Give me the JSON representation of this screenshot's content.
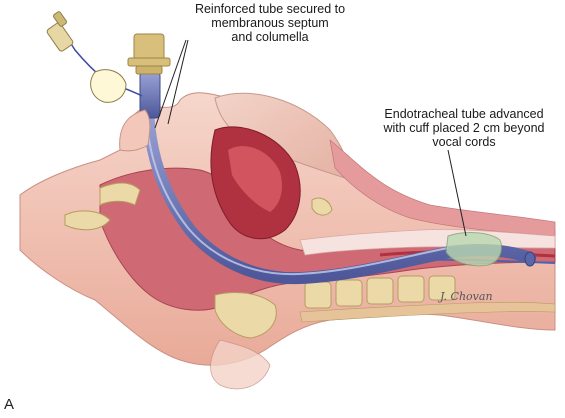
{
  "labels": {
    "top": [
      "Reinforced tube secured to",
      "membranous septum",
      "and columella"
    ],
    "right": [
      "Endotracheal tube advanced",
      "with cuff placed 2 cm beyond",
      "vocal cords"
    ],
    "panel": "A"
  },
  "signature": "J. Chovan",
  "colors": {
    "skin": "#f1c2b4",
    "tissue": "#d7777f",
    "mucosa": "#b73545",
    "tube": "#6f79b6",
    "bone": "#ecd9a8",
    "connector": "#d8c07c",
    "airway": "#f7e8e6"
  }
}
